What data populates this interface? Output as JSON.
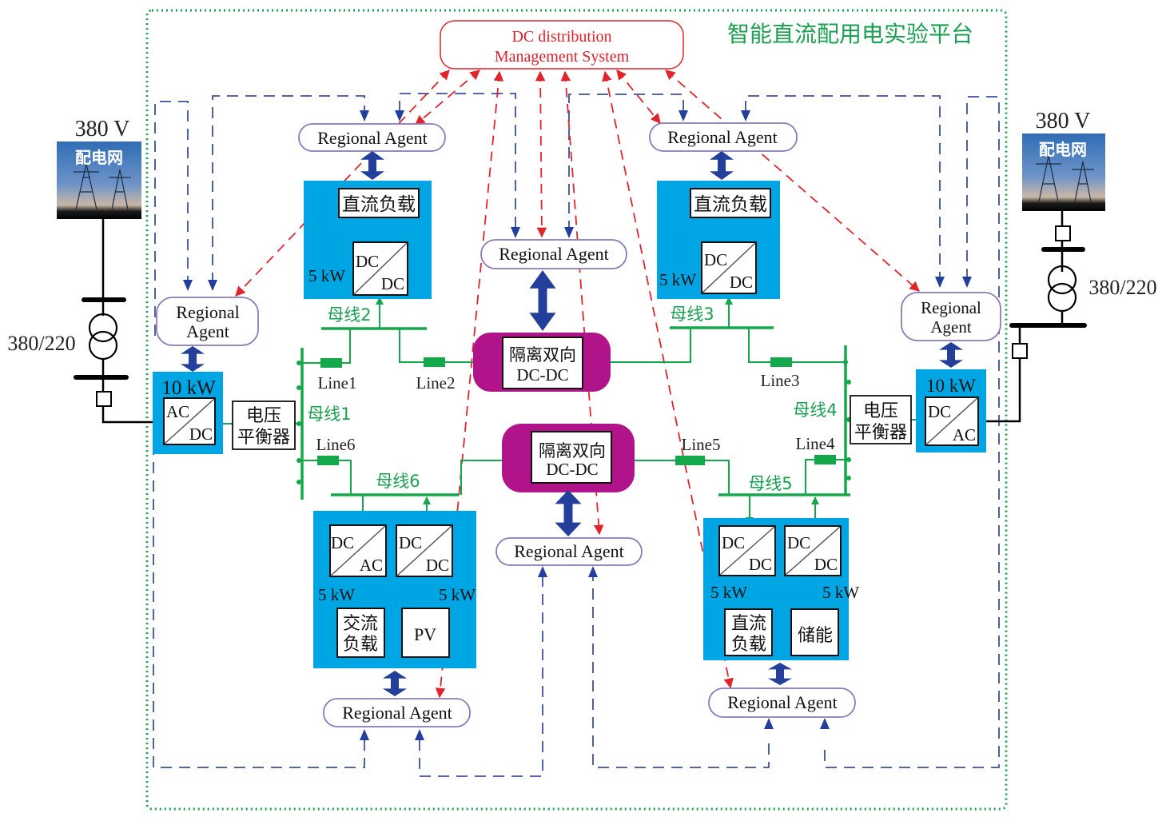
{
  "platform_title": "智能直流配用电实验平台",
  "dms": {
    "line1": "DC distribution",
    "line2": "Management System"
  },
  "agent_label": "Regional Agent",
  "agent_label_two_line": {
    "line1": "Regional",
    "line2": "Agent"
  },
  "grid": {
    "left": {
      "voltage": "380 V",
      "image_label": "配电网",
      "transformer_ratio": "380/220"
    },
    "right": {
      "voltage": "380 V",
      "image_label": "配电网",
      "transformer_ratio": "380/220"
    }
  },
  "converters": {
    "left_acdc": {
      "power": "10 kW",
      "top": "AC",
      "bottom": "DC"
    },
    "right_dcac": {
      "power": "10 kW",
      "top": "DC",
      "bottom": "AC"
    },
    "top_left_dcdc": {
      "power": "5 kW",
      "top": "DC",
      "bottom": "DC",
      "load": "直流负载"
    },
    "top_right_dcdc": {
      "power": "5 kW",
      "top": "DC",
      "bottom": "DC",
      "load": "直流负载"
    },
    "bottom_left": {
      "dcac": {
        "power": "5 kW",
        "top": "DC",
        "bottom": "AC",
        "load_line1": "交流",
        "load_line2": "负载"
      },
      "dcdc": {
        "power": "5 kW",
        "top": "DC",
        "bottom": "DC",
        "source": "PV"
      }
    },
    "bottom_right": {
      "dcdc_load": {
        "power": "5 kW",
        "top": "DC",
        "bottom": "DC",
        "load_line1": "直流",
        "load_line2": "负载"
      },
      "dcdc_storage": {
        "power": "5 kW",
        "top": "DC",
        "bottom": "DC",
        "source": "储能"
      }
    }
  },
  "isolated_dcdc": {
    "line1": "隔离双向",
    "line2": "DC-DC"
  },
  "voltage_balancer": {
    "line1": "电压",
    "line2": "平衡器"
  },
  "buses": {
    "bus1": "母线1",
    "bus2": "母线2",
    "bus3": "母线3",
    "bus4": "母线4",
    "bus5": "母线5",
    "bus6": "母线6"
  },
  "lines": {
    "line1": "Line1",
    "line2": "Line2",
    "line3": "Line3",
    "line4": "Line4",
    "line5": "Line5",
    "line6": "Line6"
  },
  "colors": {
    "platform_border": "#1aa050",
    "dms": "#e0242c",
    "agent_border": "#8a7ab8",
    "converter_bg": "#00a6e4",
    "isolated_bg": "#b0138a",
    "bus": "#13a84a",
    "comm_arrow": "#233f9b",
    "dashed_blue": "#3b4f9c",
    "dashed_red": "#e0242c"
  }
}
